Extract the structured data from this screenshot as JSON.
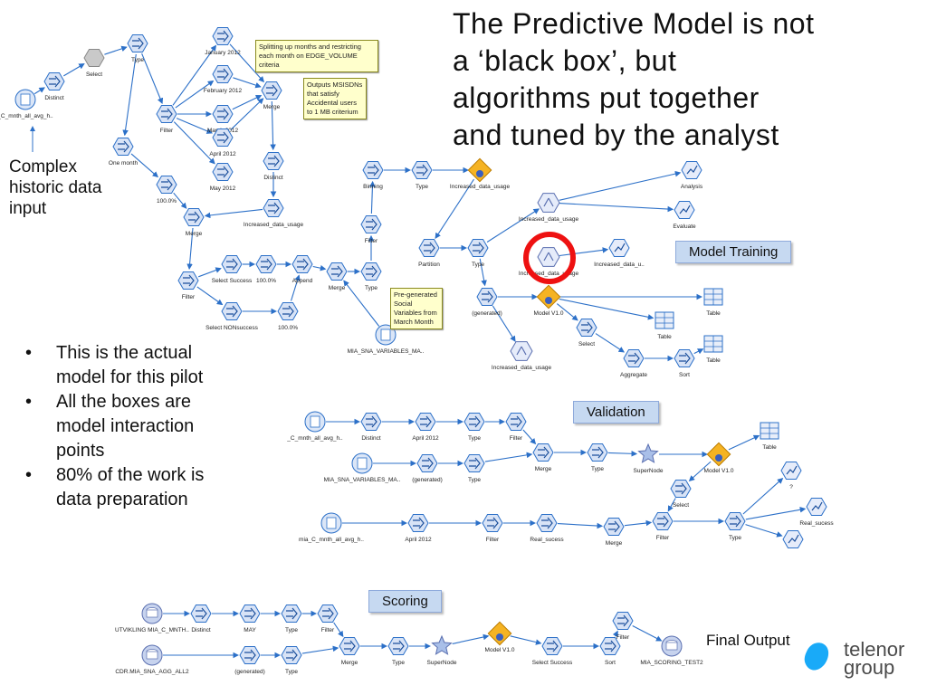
{
  "title_lines": [
    "The Predictive Model is not",
    "a ‘black box’, but",
    "algorithms put together",
    "and tuned by the analyst"
  ],
  "side_note": "Complex historic data input",
  "bullets": [
    "This is the actual model for this pilot",
    "All the boxes are model interaction points",
    " 80% of the work is data preparation"
  ],
  "sections": {
    "model_training": "Model Training",
    "validation": "Validation",
    "scoring": "Scoring"
  },
  "final_output": "Final Output",
  "logo": {
    "line1": "telenor",
    "line2": "group",
    "color": "#19aaf8"
  },
  "notes": {
    "splitting": "Splitting up months and restricting each month on EDGE_VOLUME criteria",
    "outputs": "Outputs MSISDNs that satisfy Accidental users to 1 MB criterium",
    "pregenerated": "Pre-generated Social Variables from March Month"
  },
  "highlight_color": "#ee1111",
  "node_color": "#2c70c8",
  "nodes": [
    {
      "id": "src1",
      "icon": "db",
      "label": "_C_mnth_all_avg_h.."
    },
    {
      "id": "distinct1",
      "icon": "hex",
      "label": "Distinct"
    },
    {
      "id": "select1",
      "icon": "hex-gray",
      "label": "Select"
    },
    {
      "id": "type1",
      "icon": "hex",
      "label": "Type"
    },
    {
      "id": "filter1",
      "icon": "hex",
      "label": "Filter"
    },
    {
      "id": "jan",
      "icon": "hex",
      "label": "January 2012"
    },
    {
      "id": "feb",
      "icon": "hex",
      "label": "February 2012"
    },
    {
      "id": "mar",
      "icon": "hex",
      "label": "March 2012"
    },
    {
      "id": "apr",
      "icon": "hex",
      "label": "April 2012"
    },
    {
      "id": "may",
      "icon": "hex",
      "label": "May 2012"
    },
    {
      "id": "merge1",
      "icon": "hex",
      "label": "Merge"
    },
    {
      "id": "distinct2",
      "icon": "hex",
      "label": "Distinct"
    },
    {
      "id": "onemonth",
      "icon": "hex",
      "label": "One month"
    },
    {
      "id": "pct100a",
      "icon": "hex",
      "label": "100.0%"
    },
    {
      "id": "merge2",
      "icon": "hex",
      "label": "Merge"
    },
    {
      "id": "incdata1",
      "icon": "hex",
      "label": "Increased_data_usage"
    },
    {
      "id": "filter2",
      "icon": "hex",
      "label": "Filter"
    },
    {
      "id": "selsuccess",
      "icon": "hex",
      "label": "Select Success"
    },
    {
      "id": "pct100b",
      "icon": "hex",
      "label": "100.0%"
    },
    {
      "id": "append",
      "icon": "hex",
      "label": "Append"
    },
    {
      "id": "selnon",
      "icon": "hex",
      "label": "Select NONsuccess"
    },
    {
      "id": "pct100c",
      "icon": "hex",
      "label": "100.0%"
    },
    {
      "id": "merge3",
      "icon": "hex",
      "label": "Merge"
    },
    {
      "id": "type2",
      "icon": "hex",
      "label": "Type"
    },
    {
      "id": "filter3",
      "icon": "hex",
      "label": "Filter"
    },
    {
      "id": "binning",
      "icon": "hex",
      "label": "Binning"
    },
    {
      "id": "type3",
      "icon": "hex",
      "label": "Type"
    },
    {
      "id": "incdata2",
      "icon": "model",
      "label": "Increased_data_usage"
    },
    {
      "id": "snavars",
      "icon": "db",
      "label": "MIA_SNA_VARIABLES_MA.."
    },
    {
      "id": "partition",
      "icon": "hex",
      "label": "Partition"
    },
    {
      "id": "type4",
      "icon": "hex",
      "label": "Type"
    },
    {
      "id": "chaid1",
      "icon": "chaid",
      "label": "Increased_data_usage"
    },
    {
      "id": "chaid2",
      "icon": "chaid",
      "label": "Increased_data_usage"
    },
    {
      "id": "incdata3",
      "icon": "graph",
      "label": "Increased_data_u.."
    },
    {
      "id": "analysis",
      "icon": "graph",
      "label": "Analysis"
    },
    {
      "id": "evaluate",
      "icon": "graph",
      "label": "Evaluate"
    },
    {
      "id": "generated1",
      "icon": "hex",
      "label": "(generated)"
    },
    {
      "id": "modelv1",
      "icon": "model",
      "label": "Model V1.0"
    },
    {
      "id": "table1",
      "icon": "table",
      "label": "Table"
    },
    {
      "id": "table2",
      "icon": "table",
      "label": "Table"
    },
    {
      "id": "select2",
      "icon": "hex",
      "label": "Select"
    },
    {
      "id": "aggregate",
      "icon": "hex",
      "label": "Aggregate"
    },
    {
      "id": "sort1",
      "icon": "hex",
      "label": "Sort"
    },
    {
      "id": "table3",
      "icon": "table",
      "label": "Table"
    },
    {
      "id": "incdata4",
      "icon": "chaid",
      "label": "Increased_data_usage"
    },
    {
      "id": "v_src1",
      "icon": "db",
      "label": "_C_mnth_all_avg_h.."
    },
    {
      "id": "v_distinct",
      "icon": "hex",
      "label": "Distinct"
    },
    {
      "id": "v_apr",
      "icon": "hex",
      "label": "April 2012"
    },
    {
      "id": "v_type1",
      "icon": "hex",
      "label": "Type"
    },
    {
      "id": "v_filter1",
      "icon": "hex",
      "label": "Filter"
    },
    {
      "id": "v_sna",
      "icon": "db",
      "label": "MIA_SNA_VARIABLES_MA.."
    },
    {
      "id": "v_gen",
      "icon": "hex",
      "label": "(generated)"
    },
    {
      "id": "v_type2",
      "icon": "hex",
      "label": "Type"
    },
    {
      "id": "v_merge1",
      "icon": "hex",
      "label": "Merge"
    },
    {
      "id": "v_type3",
      "icon": "hex",
      "label": "Type"
    },
    {
      "id": "v_super",
      "icon": "star",
      "label": "SuperNode"
    },
    {
      "id": "v_model",
      "icon": "model",
      "label": "Model V1.0"
    },
    {
      "id": "v_table",
      "icon": "table",
      "label": "Table"
    },
    {
      "id": "v_select",
      "icon": "hex",
      "label": "Select"
    },
    {
      "id": "v_q",
      "icon": "graph",
      "label": "?"
    },
    {
      "id": "v_real1",
      "icon": "graph",
      "label": "Real_sucess"
    },
    {
      "id": "v_src2",
      "icon": "db",
      "label": "mia_C_mnth_all_avg_h.."
    },
    {
      "id": "v_apr2",
      "icon": "hex",
      "label": "April 2012"
    },
    {
      "id": "v_filter2",
      "icon": "hex",
      "label": "Filter"
    },
    {
      "id": "v_real2",
      "icon": "hex",
      "label": "Real_sucess"
    },
    {
      "id": "v_merge2",
      "icon": "hex",
      "label": "Merge"
    },
    {
      "id": "v_filter3",
      "icon": "hex",
      "label": "Filter"
    },
    {
      "id": "v_type4",
      "icon": "hex",
      "label": "Type"
    },
    {
      "id": "v_graph3",
      "icon": "graph",
      "label": ""
    },
    {
      "id": "s_src1",
      "icon": "sql",
      "label": "UTVIKLING MIA_C_MNTH.."
    },
    {
      "id": "s_distinct",
      "icon": "hex",
      "label": "Distinct"
    },
    {
      "id": "s_may",
      "icon": "hex",
      "label": "MAY"
    },
    {
      "id": "s_type1",
      "icon": "hex",
      "label": "Type"
    },
    {
      "id": "s_filter1",
      "icon": "hex",
      "label": "Filter"
    },
    {
      "id": "s_src2",
      "icon": "sql",
      "label": "CDR.MIA_SNA_AGG_ALL2"
    },
    {
      "id": "s_gen",
      "icon": "hex",
      "label": "(generated)"
    },
    {
      "id": "s_type2",
      "icon": "hex",
      "label": "Type"
    },
    {
      "id": "s_merge",
      "icon": "hex",
      "label": "Merge"
    },
    {
      "id": "s_type3",
      "icon": "hex",
      "label": "Type"
    },
    {
      "id": "s_super",
      "icon": "star",
      "label": "SuperNode"
    },
    {
      "id": "s_model",
      "icon": "model",
      "label": "Model V1.0"
    },
    {
      "id": "s_selsuccess",
      "icon": "hex",
      "label": "Select Success"
    },
    {
      "id": "s_sort",
      "icon": "hex",
      "label": "Sort"
    },
    {
      "id": "s_filter2",
      "icon": "hex",
      "label": "Filter"
    },
    {
      "id": "s_out",
      "icon": "sql",
      "label": "MIA_SCORING_TEST2"
    }
  ],
  "edges": [
    [
      "src1",
      "distinct1"
    ],
    [
      "distinct1",
      "select1"
    ],
    [
      "select1",
      "type1"
    ],
    [
      "type1",
      "filter1"
    ],
    [
      "type1",
      "onemonth"
    ],
    [
      "filter1",
      "jan"
    ],
    [
      "filter1",
      "feb"
    ],
    [
      "filter1",
      "mar"
    ],
    [
      "filter1",
      "apr"
    ],
    [
      "filter1",
      "may"
    ],
    [
      "jan",
      "merge1"
    ],
    [
      "feb",
      "merge1"
    ],
    [
      "mar",
      "merge1"
    ],
    [
      "apr",
      "merge1"
    ],
    [
      "merge1",
      "distinct2"
    ],
    [
      "distinct2",
      "incdata1"
    ],
    [
      "incdata1",
      "merge2"
    ],
    [
      "onemonth",
      "pct100a"
    ],
    [
      "pct100a",
      "merge2"
    ],
    [
      "merge2",
      "filter2"
    ],
    [
      "filter2",
      "selsuccess"
    ],
    [
      "filter2",
      "selnon"
    ],
    [
      "selsuccess",
      "pct100b"
    ],
    [
      "pct100b",
      "append"
    ],
    [
      "selnon",
      "pct100c"
    ],
    [
      "pct100c",
      "append"
    ],
    [
      "append",
      "merge3"
    ],
    [
      "merge3",
      "type2"
    ],
    [
      "snavars",
      "merge3"
    ],
    [
      "type2",
      "filter3"
    ],
    [
      "filter3",
      "binning"
    ],
    [
      "binning",
      "type3"
    ],
    [
      "type3",
      "incdata2"
    ],
    [
      "incdata2",
      "partition"
    ],
    [
      "partition",
      "type4"
    ],
    [
      "type4",
      "chaid1"
    ],
    [
      "type4",
      "generated1"
    ],
    [
      "chaid1",
      "analysis"
    ],
    [
      "chaid1",
      "evaluate"
    ],
    [
      "chaid2",
      "incdata3"
    ],
    [
      "generated1",
      "modelv1"
    ],
    [
      "modelv1",
      "table1"
    ],
    [
      "modelv1",
      "table2"
    ],
    [
      "modelv1",
      "select2"
    ],
    [
      "select2",
      "aggregate"
    ],
    [
      "aggregate",
      "sort1"
    ],
    [
      "sort1",
      "table3"
    ],
    [
      "generated1",
      "incdata4"
    ],
    [
      "v_src1",
      "v_distinct"
    ],
    [
      "v_distinct",
      "v_apr"
    ],
    [
      "v_apr",
      "v_type1"
    ],
    [
      "v_type1",
      "v_filter1"
    ],
    [
      "v_filter1",
      "v_merge1"
    ],
    [
      "v_sna",
      "v_gen"
    ],
    [
      "v_gen",
      "v_type2"
    ],
    [
      "v_type2",
      "v_merge1"
    ],
    [
      "v_merge1",
      "v_type3"
    ],
    [
      "v_type3",
      "v_super"
    ],
    [
      "v_super",
      "v_model"
    ],
    [
      "v_model",
      "v_table"
    ],
    [
      "v_model",
      "v_select"
    ],
    [
      "v_select",
      "v_filter3"
    ],
    [
      "v_src2",
      "v_apr2"
    ],
    [
      "v_apr2",
      "v_filter2"
    ],
    [
      "v_filter2",
      "v_real2"
    ],
    [
      "v_real2",
      "v_merge2"
    ],
    [
      "v_merge2",
      "v_filter3"
    ],
    [
      "v_filter3",
      "v_type4"
    ],
    [
      "v_type4",
      "v_q"
    ],
    [
      "v_type4",
      "v_real1"
    ],
    [
      "v_type4",
      "v_graph3"
    ],
    [
      "s_src1",
      "s_distinct"
    ],
    [
      "s_distinct",
      "s_may"
    ],
    [
      "s_may",
      "s_type1"
    ],
    [
      "s_type1",
      "s_filter1"
    ],
    [
      "s_filter1",
      "s_merge"
    ],
    [
      "s_src2",
      "s_gen"
    ],
    [
      "s_gen",
      "s_type2"
    ],
    [
      "s_type2",
      "s_merge"
    ],
    [
      "s_merge",
      "s_type3"
    ],
    [
      "s_type3",
      "s_super"
    ],
    [
      "s_super",
      "s_model"
    ],
    [
      "s_model",
      "s_selsuccess"
    ],
    [
      "s_selsuccess",
      "s_sort"
    ],
    [
      "s_sort",
      "s_filter2"
    ],
    [
      "s_filter2",
      "s_out"
    ]
  ]
}
